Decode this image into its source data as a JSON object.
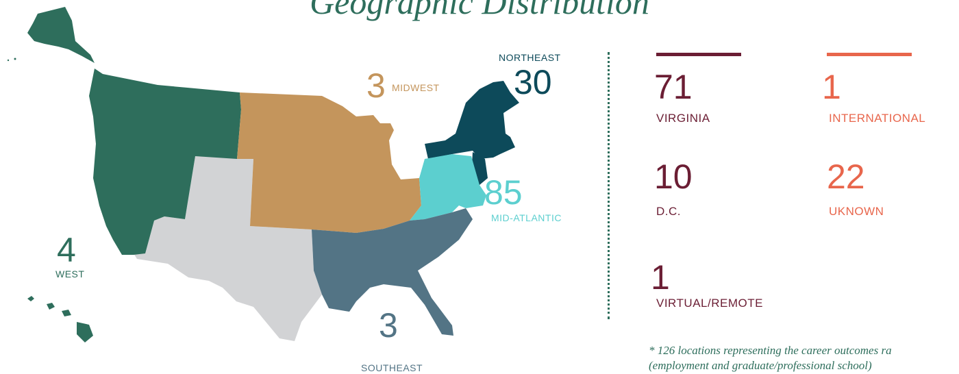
{
  "title": "Geographic Distribution",
  "colors": {
    "west": "#2e6e5c",
    "midwest": "#c4955c",
    "northeast": "#0d4a5a",
    "mid_atlantic": "#5ccfcf",
    "southeast": "#537485",
    "southwest": "#d2d3d5",
    "virginia_accent": "#6b1e34",
    "international_accent": "#e8664c"
  },
  "regions": {
    "west": {
      "count": "4",
      "name": "WEST"
    },
    "midwest": {
      "count": "3",
      "name": "MIDWEST"
    },
    "northeast": {
      "count": "30",
      "name": "NORTHEAST"
    },
    "mid_atlantic": {
      "count": "85",
      "name": "MID-ATLANTIC"
    },
    "southeast": {
      "count": "3",
      "name": "SOUTHEAST"
    }
  },
  "stats": {
    "virginia": {
      "count": "71",
      "label": "VIRGINIA"
    },
    "dc": {
      "count": "10",
      "label": "D.C."
    },
    "virtual": {
      "count": "1",
      "label": "VIRTUAL/REMOTE"
    },
    "international": {
      "count": "1",
      "label": "INTERNATIONAL"
    },
    "unknown": {
      "count": "22",
      "label": "UKNOWN"
    }
  },
  "footnote": {
    "line1": "* 126 locations representing the career outcomes ra",
    "line2": "(employment and graduate/professional school)"
  }
}
